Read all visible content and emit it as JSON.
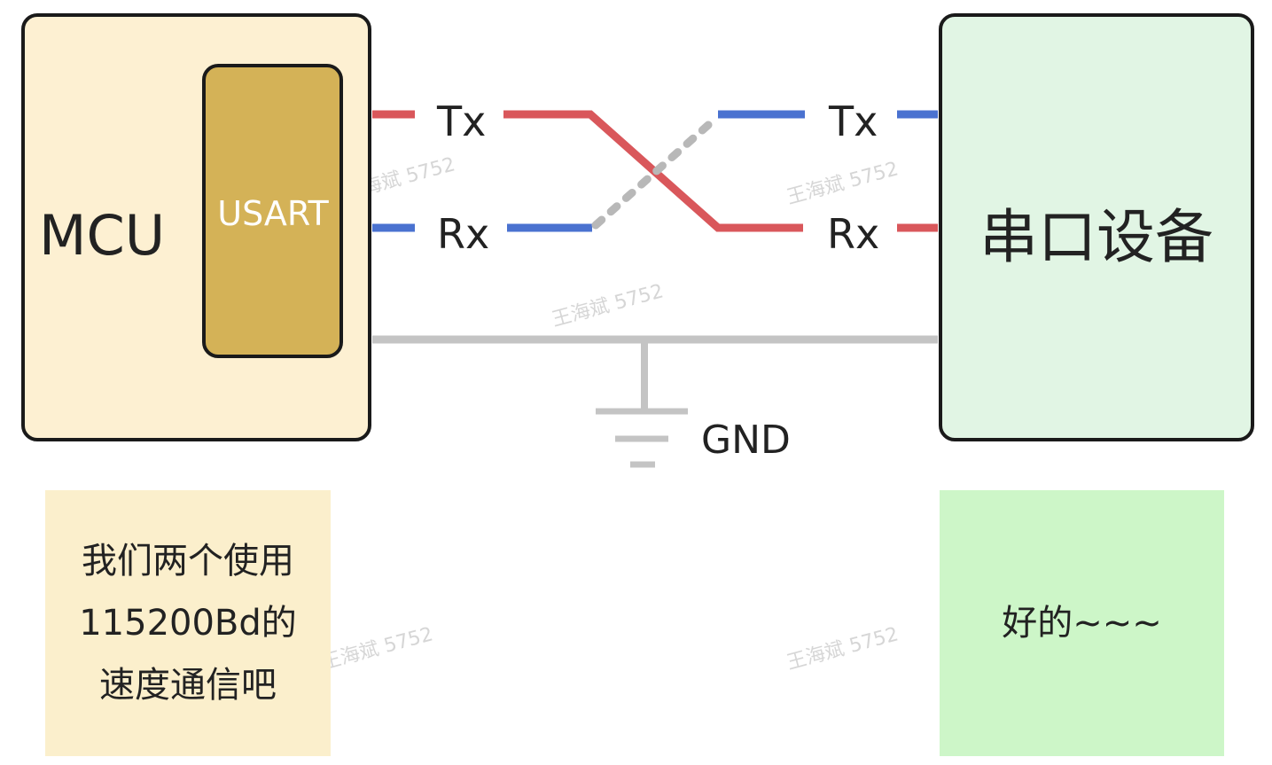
{
  "mcu": {
    "label": "MCU",
    "usart_label": "USART",
    "fill": "#fdf0d2",
    "usart_fill": "#d4b257"
  },
  "device": {
    "label": "串口设备",
    "fill": "#e1f5e4"
  },
  "signals": {
    "mcu_tx": "Tx",
    "mcu_rx": "Rx",
    "device_tx": "Tx",
    "device_rx": "Rx",
    "gnd": "GND"
  },
  "colors": {
    "tx_line": "#d9575b",
    "rx_line": "#4a72d0",
    "gnd_line": "#c4c4c4",
    "dotted": "#b8b8b8"
  },
  "watermark": "王海斌 5752",
  "notes": {
    "left_lines": [
      "我们两个使用",
      "115200Bd的",
      "速度通信吧"
    ],
    "right_lines": [
      "好的~~~"
    ],
    "left_fill": "#fbefcc",
    "right_fill": "#cdf6c8"
  }
}
